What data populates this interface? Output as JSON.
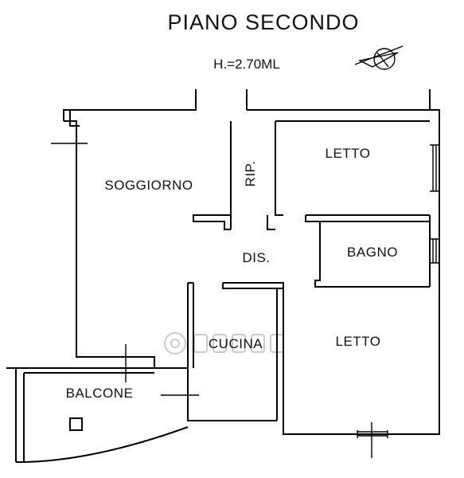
{
  "plan": {
    "title": "PIANO SECONDO",
    "height_label": "H.=2.70ML",
    "rooms": {
      "soggiorno": "SOGGIORNO",
      "ripostiglio": "RIP.",
      "letto_1": "LETTO",
      "bagno": "BAGNO",
      "disimpegno": "DIS.",
      "cucina": "CUCINA",
      "letto_2": "LETTO",
      "balcone": "BALCONE"
    },
    "icons": [
      "north-arrow-icon",
      "watermark-logo-icon"
    ]
  }
}
